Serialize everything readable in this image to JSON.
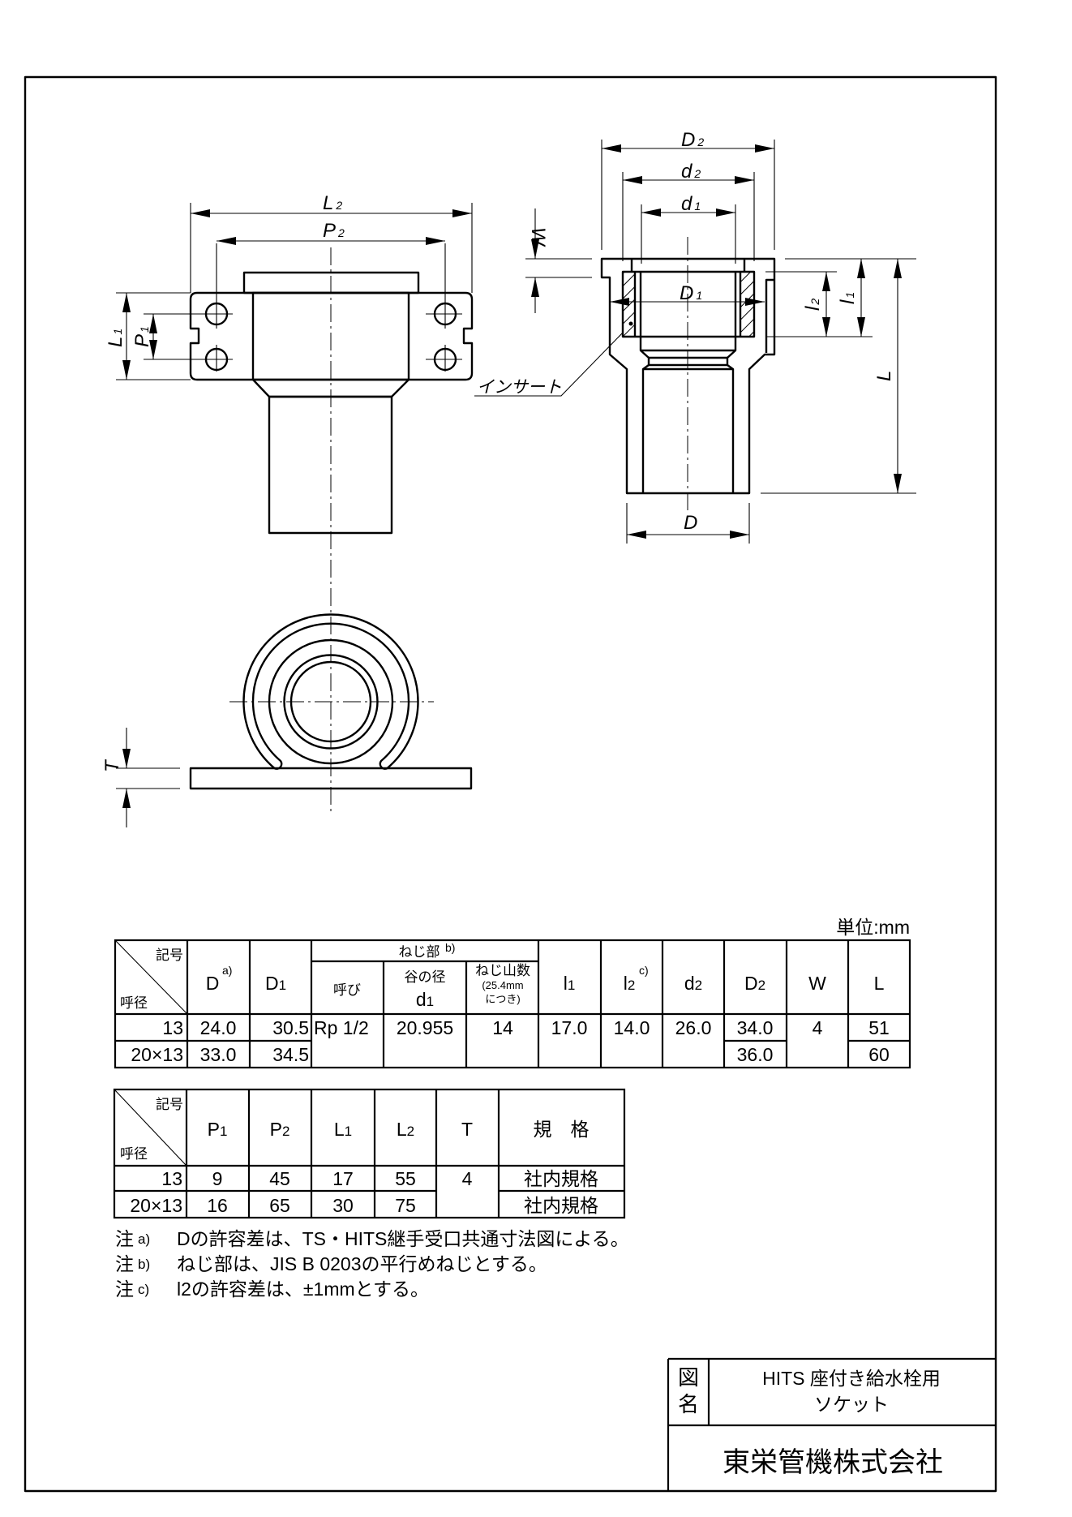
{
  "drawing": {
    "labels": {
      "L2": [
        "L",
        "2"
      ],
      "P2": [
        "P",
        "2"
      ],
      "L1": [
        "L",
        "1"
      ],
      "P1": [
        "P",
        "1"
      ],
      "D2": [
        "D",
        "2"
      ],
      "d2": [
        "d",
        "2"
      ],
      "d1": [
        "d",
        "1"
      ],
      "D1": [
        "D",
        "1"
      ],
      "W": "W",
      "l2": [
        "l",
        "2"
      ],
      "l1": [
        "l",
        "1"
      ],
      "L": "L",
      "D": "D",
      "T": "T",
      "insert": "インサート"
    }
  },
  "unit": "単位:mm",
  "table1": {
    "corner_top": "記号",
    "corner_bottom": "呼径",
    "headers": {
      "D": "D",
      "D_note": "a)",
      "D1": [
        "D",
        "1"
      ],
      "thread": "ねじ部",
      "thread_note": "b)",
      "call": "呼び",
      "root_dia": "谷の径",
      "root_dia_sym": [
        "d",
        "1"
      ],
      "threads_count": "ねじ山数",
      "threads_per": "(25.4mm",
      "threads_per2": "につき)",
      "l1": [
        "l",
        "1"
      ],
      "l2": [
        "l",
        "2"
      ],
      "l2_note": "c)",
      "d2": [
        "d",
        "2"
      ],
      "D2": [
        "D",
        "2"
      ],
      "W": "W",
      "L": "L"
    },
    "rows": [
      {
        "size": "13",
        "D": "24.0",
        "D1": "30.5",
        "call": "Rp 1/2",
        "d1": "20.955",
        "threads": "14",
        "l1": "17.0",
        "l2": "14.0",
        "d2": "26.0",
        "D2": "34.0",
        "W": "4",
        "L": "51"
      },
      {
        "size": "20×13",
        "D": "33.0",
        "D1": "34.5",
        "D2": "36.0",
        "L": "60"
      }
    ]
  },
  "table2": {
    "corner_top": "記号",
    "corner_bottom": "呼径",
    "headers": {
      "P1": [
        "P",
        "1"
      ],
      "P2": [
        "P",
        "2"
      ],
      "L1": [
        "L",
        "1"
      ],
      "L2": [
        "L",
        "2"
      ],
      "T": "T",
      "spec": "規　格"
    },
    "rows": [
      {
        "size": "13",
        "P1": "9",
        "P2": "45",
        "L1": "17",
        "L2": "55",
        "T": "4",
        "spec": "社内規格"
      },
      {
        "size": "20×13",
        "P1": "16",
        "P2": "65",
        "L1": "30",
        "L2": "75",
        "spec": "社内規格"
      }
    ]
  },
  "notes": [
    {
      "mark": "注",
      "tag": "a)",
      "text": "Dの許容差は、TS・HITS継手受口共通寸法図による。"
    },
    {
      "mark": "注",
      "tag": "b)",
      "text": "ねじ部は、JIS B 0203の平行めねじとする。"
    },
    {
      "mark": "注",
      "tag": "c)",
      "text": "l2の許容差は、±1mmとする。"
    }
  ],
  "title_block": {
    "name_label": [
      "図",
      "名"
    ],
    "title_line1": "HITS 座付き給水栓用",
    "title_line2": "ソケット",
    "company": "東栄管機株式会社"
  }
}
